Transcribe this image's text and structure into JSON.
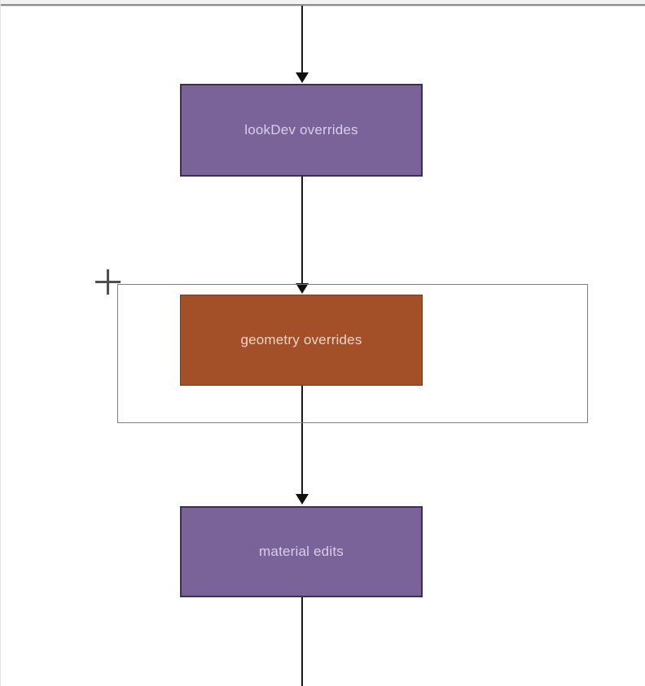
{
  "canvas": {
    "background": "#ffffff",
    "top_strip_color": "#f2f2f2",
    "top_border_color": "#8e8e8e"
  },
  "diagram": {
    "type": "flowchart",
    "nodes": [
      {
        "id": "lookdev",
        "label": "lookDev overrides",
        "fill": "#7a6398",
        "border": "#3a2f55",
        "text_color": "#d9cfe8"
      },
      {
        "id": "geometry",
        "label": "geometry overrides",
        "fill": "#a34f28",
        "border": "#7e3a1c",
        "text_color": "#f2d3c4"
      },
      {
        "id": "material",
        "label": "material edits",
        "fill": "#7a6398",
        "border": "#3a2f55",
        "text_color": "#d9cfe8"
      }
    ],
    "edges": [
      {
        "from": "offscreen-top",
        "to": "lookdev",
        "arrow": true
      },
      {
        "from": "lookdev",
        "to": "geometry",
        "arrow": true
      },
      {
        "from": "geometry",
        "to": "material",
        "arrow": true
      },
      {
        "from": "material",
        "to": "offscreen-bottom",
        "arrow": false
      }
    ],
    "edge_color": "#1a1a1a",
    "selection_rect": {
      "visible": true,
      "border_color": "#7f7f7f"
    },
    "cursor": {
      "type": "crosshair",
      "color": "#4f4f4f"
    }
  }
}
